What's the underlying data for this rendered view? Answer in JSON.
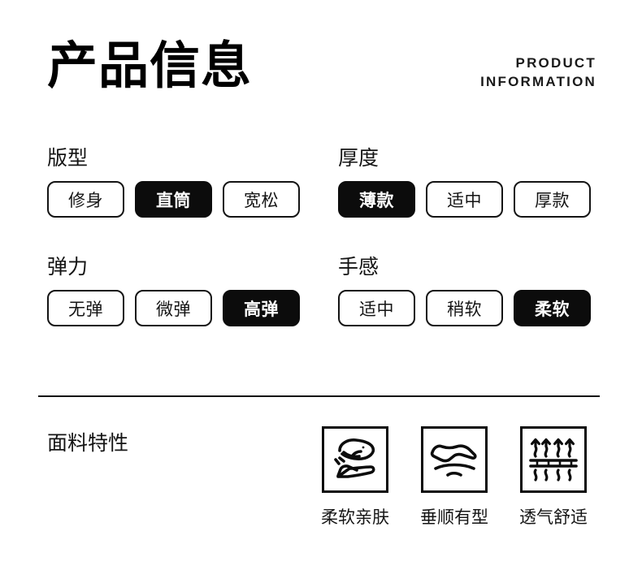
{
  "header": {
    "title": "产品信息",
    "english_line1": "PRODUCT",
    "english_line2": "INFORMATION"
  },
  "attributes": [
    {
      "name": "版型",
      "options": [
        {
          "label": "修身",
          "selected": false
        },
        {
          "label": "直筒",
          "selected": true
        },
        {
          "label": "宽松",
          "selected": false
        }
      ]
    },
    {
      "name": "厚度",
      "options": [
        {
          "label": "薄款",
          "selected": true
        },
        {
          "label": "适中",
          "selected": false
        },
        {
          "label": "厚款",
          "selected": false
        }
      ]
    },
    {
      "name": "弹力",
      "options": [
        {
          "label": "无弹",
          "selected": false
        },
        {
          "label": "微弹",
          "selected": false
        },
        {
          "label": "高弹",
          "selected": true
        }
      ]
    },
    {
      "name": "手感",
      "options": [
        {
          "label": "适中",
          "selected": false
        },
        {
          "label": "稍软",
          "selected": false
        },
        {
          "label": "柔软",
          "selected": true
        }
      ]
    }
  ],
  "fabric": {
    "label": "面料特性",
    "features": [
      {
        "caption": "柔软亲肤",
        "icon": "hand-with-soft-fabric-icon"
      },
      {
        "caption": "垂顺有型",
        "icon": "hand-smoothing-drape-icon"
      },
      {
        "caption": "透气舒适",
        "icon": "airflow-through-fabric-icon"
      }
    ]
  },
  "colors": {
    "text": "#141414",
    "selected_bg": "#0c0c0c",
    "selected_text": "#ffffff",
    "border": "#141414",
    "background": "#ffffff"
  }
}
